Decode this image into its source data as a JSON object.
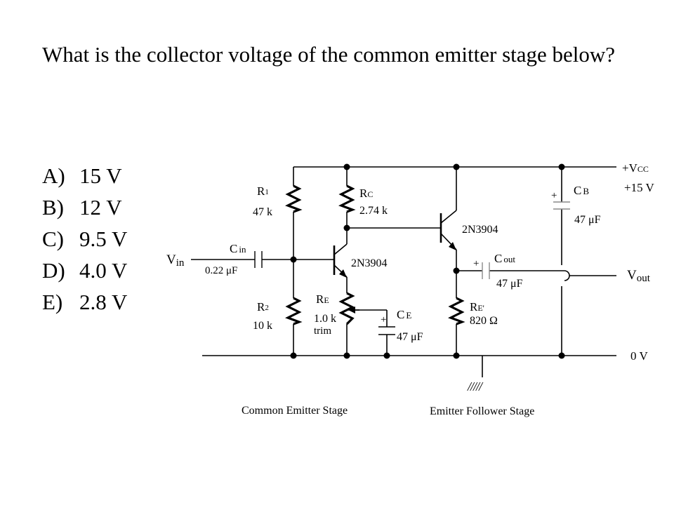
{
  "question": "What is the collector voltage of the common emitter stage below?",
  "options": [
    {
      "letter": "A)",
      "text": "15 V"
    },
    {
      "letter": "B)",
      "text": "12 V"
    },
    {
      "letter": "C)",
      "text": "9.5 V"
    },
    {
      "letter": "D)",
      "text": "4.0 V"
    },
    {
      "letter": "E)",
      "text": "2.8 V"
    }
  ],
  "circuit": {
    "vcc_label": "+V",
    "vcc_sub": "CC",
    "vcc_value": "+15 V",
    "ground_label": "0 V",
    "vin_label": "V",
    "vin_sub": "in",
    "vout_label": "V",
    "vout_sub": "out",
    "r1_label": "R",
    "r1_sub": "1",
    "r1_value": "47 k",
    "r2_label": "R",
    "r2_sub": "2",
    "r2_value": "10 k",
    "rc_label": "R",
    "rc_sub": "C",
    "rc_value": "2.74 k",
    "re_label": "R",
    "re_sub": "E",
    "re_value": "1.0 k",
    "re_note": "trim",
    "ref_label": "R",
    "ref_sub": "E'",
    "ref_value": "820 Ω",
    "cin_label": "C",
    "cin_sub": "in",
    "cin_value": "0.22 μF",
    "ce_label": "C",
    "ce_sub": "E",
    "ce_value": "47 μF",
    "cout_label": "C",
    "cout_sub": "out",
    "cout_value": "47 μF",
    "cb_label": "C",
    "cb_sub": "B",
    "cb_value": "47 μF",
    "q1_label": "2N3904",
    "q2_label": "2N3904",
    "plus": "+",
    "ground_hatch": "/////",
    "caption_ce": "Common Emitter Stage",
    "caption_ef": "Emitter Follower Stage"
  }
}
